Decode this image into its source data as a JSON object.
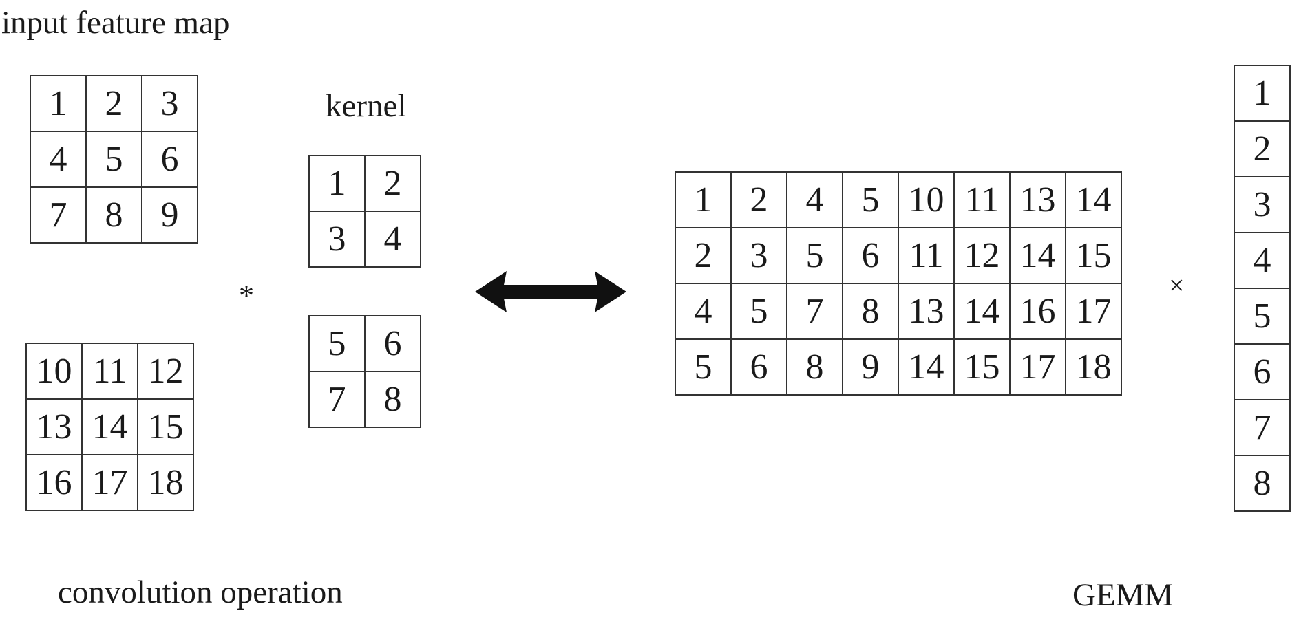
{
  "labels": {
    "input_feature_map": "input feature map",
    "kernel": "kernel",
    "convolution_operation": "convolution operation",
    "gemm": "GEMM"
  },
  "operators": {
    "convolve": "*",
    "multiply": "×"
  },
  "arrow_icon": "double-headed-arrow-icon",
  "colors": {
    "line": "#333333",
    "text": "#1a1a1a",
    "arrow": "#111111"
  },
  "input_feature_map_1": [
    "1",
    "2",
    "3",
    "4",
    "5",
    "6",
    "7",
    "8",
    "9"
  ],
  "input_feature_map_2": [
    "10",
    "11",
    "12",
    "13",
    "14",
    "15",
    "16",
    "17",
    "18"
  ],
  "kernel_1": [
    "1",
    "2",
    "3",
    "4"
  ],
  "kernel_2": [
    "5",
    "6",
    "7",
    "8"
  ],
  "gemm_matrix": [
    [
      "1",
      "2",
      "4",
      "5",
      "10",
      "11",
      "13",
      "14"
    ],
    [
      "2",
      "3",
      "5",
      "6",
      "11",
      "12",
      "14",
      "15"
    ],
    [
      "4",
      "5",
      "7",
      "8",
      "13",
      "14",
      "16",
      "17"
    ],
    [
      "5",
      "6",
      "8",
      "9",
      "14",
      "15",
      "17",
      "18"
    ]
  ],
  "gemm_vector": [
    "1",
    "2",
    "3",
    "4",
    "5",
    "6",
    "7",
    "8"
  ]
}
